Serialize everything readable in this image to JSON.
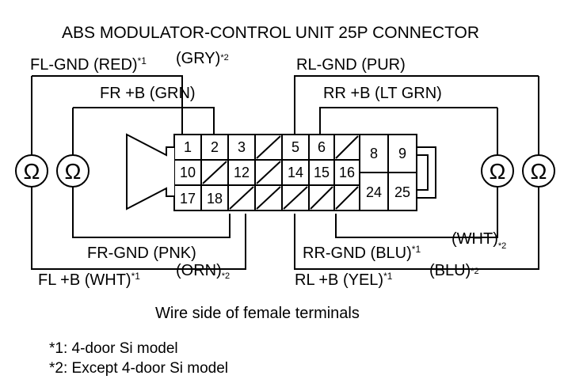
{
  "title": "ABS MODULATOR-CONTROL UNIT 25P CONNECTOR",
  "left": {
    "fl_gnd": "FL-GND (RED)",
    "fl_gnd_note": "*1",
    "fl_gnd_alt": "(GRY)",
    "fl_gnd_alt_note": "*2",
    "fr_b": "FR +B (GRN)",
    "fr_gnd": "FR-GND (PNK)",
    "fl_b": "FL +B (WHT)",
    "fl_b_note": "*1",
    "fl_b_alt": "(ORN)",
    "fl_b_alt_note": "*2"
  },
  "right": {
    "rl_gnd": "RL-GND (PUR)",
    "rr_b": "RR +B (LT GRN)",
    "rr_gnd": "RR-GND (BLU)",
    "rr_gnd_note": "*1",
    "rr_gnd_alt": "(WHT)",
    "rr_gnd_alt_note": "*2",
    "rl_b": "RL +B (YEL)",
    "rl_b_note": "*1",
    "rl_b_alt": "(BLU)",
    "rl_b_alt_note": "*2"
  },
  "ohm_symbol": "Ω",
  "terminals": [
    "1",
    "2",
    "3",
    "5",
    "6",
    "8",
    "9",
    "10",
    "12",
    "14",
    "15",
    "16",
    "24",
    "25",
    "17",
    "18"
  ],
  "caption": "Wire side of female terminals",
  "footnotes": [
    "*1: 4-door Si model",
    "*2: Except 4-door Si model"
  ]
}
